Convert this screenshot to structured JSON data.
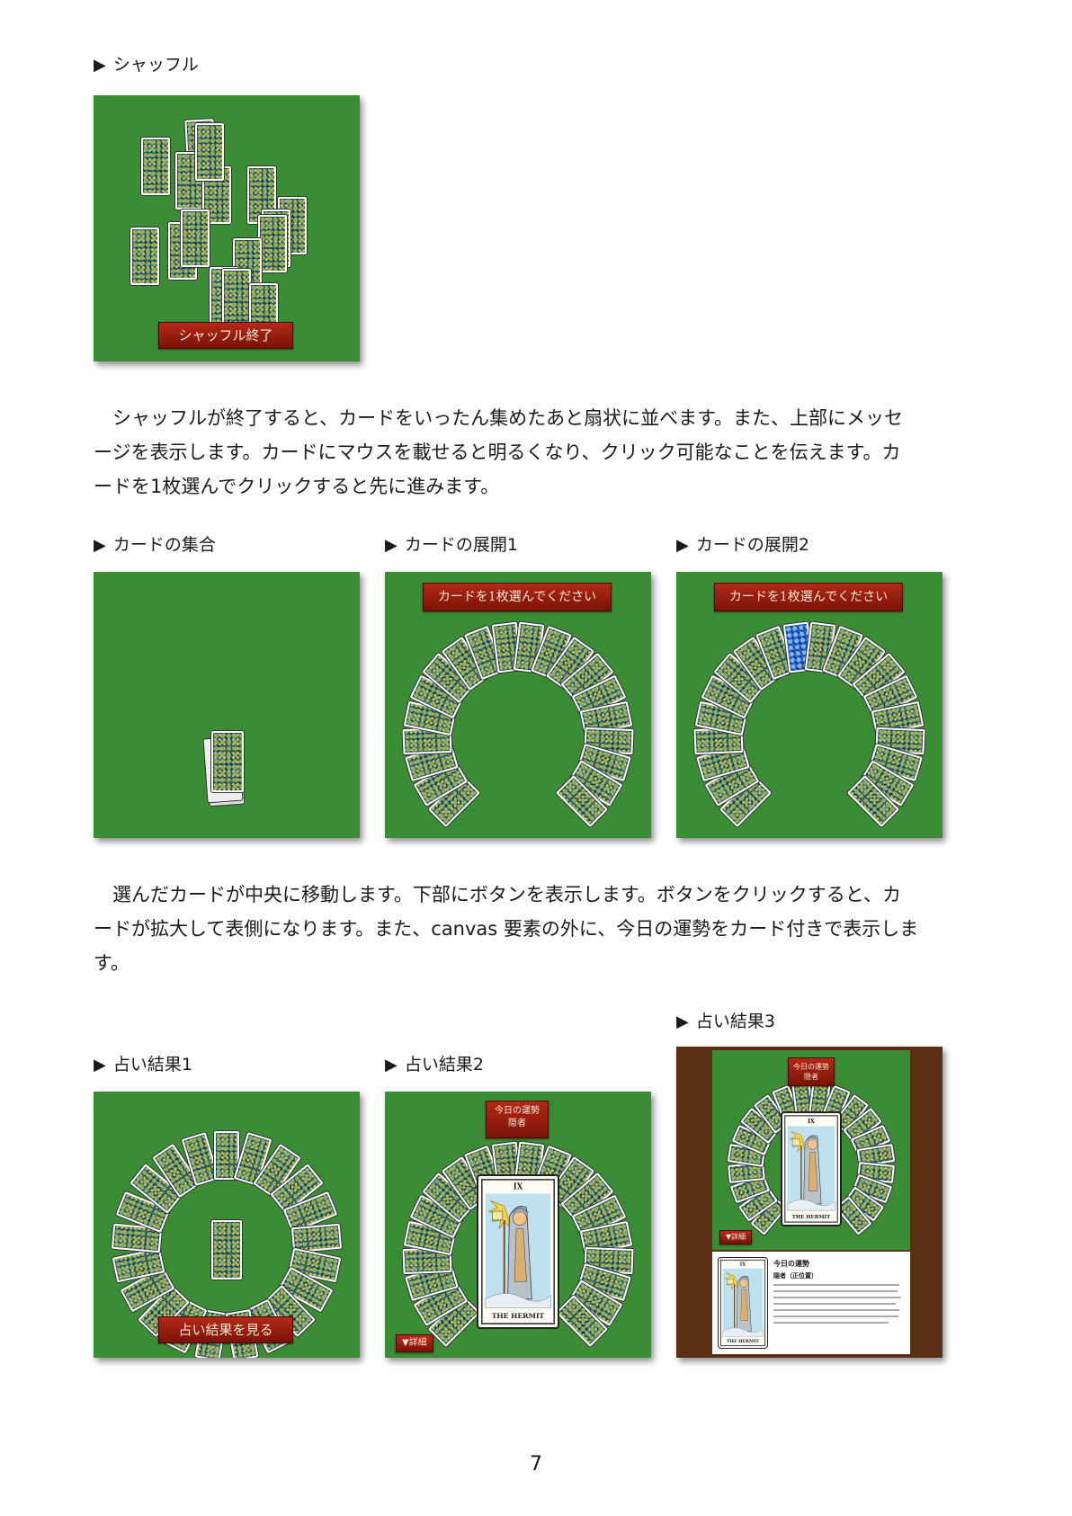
{
  "captions": {
    "shuffle": "シャッフル",
    "gather": "カードの集合",
    "spread1": "カードの展開1",
    "spread2": "カードの展開2",
    "result1": "占い結果1",
    "result2": "占い結果2",
    "result3": "占い結果3"
  },
  "caption_marker": "▶",
  "paragraphs": {
    "p1_line1": "シャッフルが終了すると、カードをいったん集めたあと扇状に並べます。また、上部にメッセ",
    "p1_line2": "ージを表示します。カードにマウスを載せると明るくなり、クリック可能なことを伝えます。カ",
    "p1_line3": "ードを1枚選んでクリックすると先に進みます。",
    "p2_line1": "選んだカードが中央に移動します。下部にボタンを表示します。ボタンをクリックすると、カ",
    "p2_line2": "ードが拡大して表側になります。また、canvas 要素の外に、今日の運勢をカード付きで表示しま",
    "p2_line3": "す。"
  },
  "buttons": {
    "shuffle_end": "シャッフル終了",
    "select_message": "カードを1枚選んでください",
    "see_result": "占い結果を見る",
    "fortune_line1": "今日の運勢",
    "fortune_line2": "隠者",
    "details": "▼詳細"
  },
  "card": {
    "number": "IX",
    "name": "THE HERMIT"
  },
  "detail": {
    "title": "今日の運勢",
    "subtitle": "隠者（正位置）"
  },
  "page_number": "7",
  "colors": {
    "felt_green": "#3b8d35",
    "button_red": "#9b1f10",
    "wood_brown": "#5a3014",
    "card_back": "#1f5466"
  }
}
